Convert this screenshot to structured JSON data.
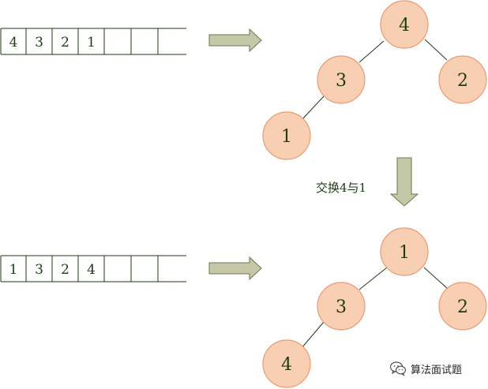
{
  "colors": {
    "line": "#1e3b12",
    "node_fill": "#f9cfb3",
    "node_stroke": "#e99a74",
    "arrow_fill": "#c5c8a7",
    "arrow_stroke": "#6f7450",
    "text": "#1e3b12"
  },
  "before": {
    "array": [
      "4",
      "3",
      "2",
      "1",
      "",
      "",
      ""
    ],
    "tree": {
      "root": "4",
      "left": "3",
      "right": "2",
      "left_left": "1"
    }
  },
  "step": {
    "label": "交换4与1"
  },
  "after": {
    "array": [
      "1",
      "3",
      "2",
      "4",
      "",
      "",
      ""
    ],
    "tree": {
      "root": "1",
      "left": "3",
      "right": "2",
      "left_left": "4"
    }
  },
  "watermark": {
    "icon": "wechat-icon",
    "text": "算法面试题"
  }
}
